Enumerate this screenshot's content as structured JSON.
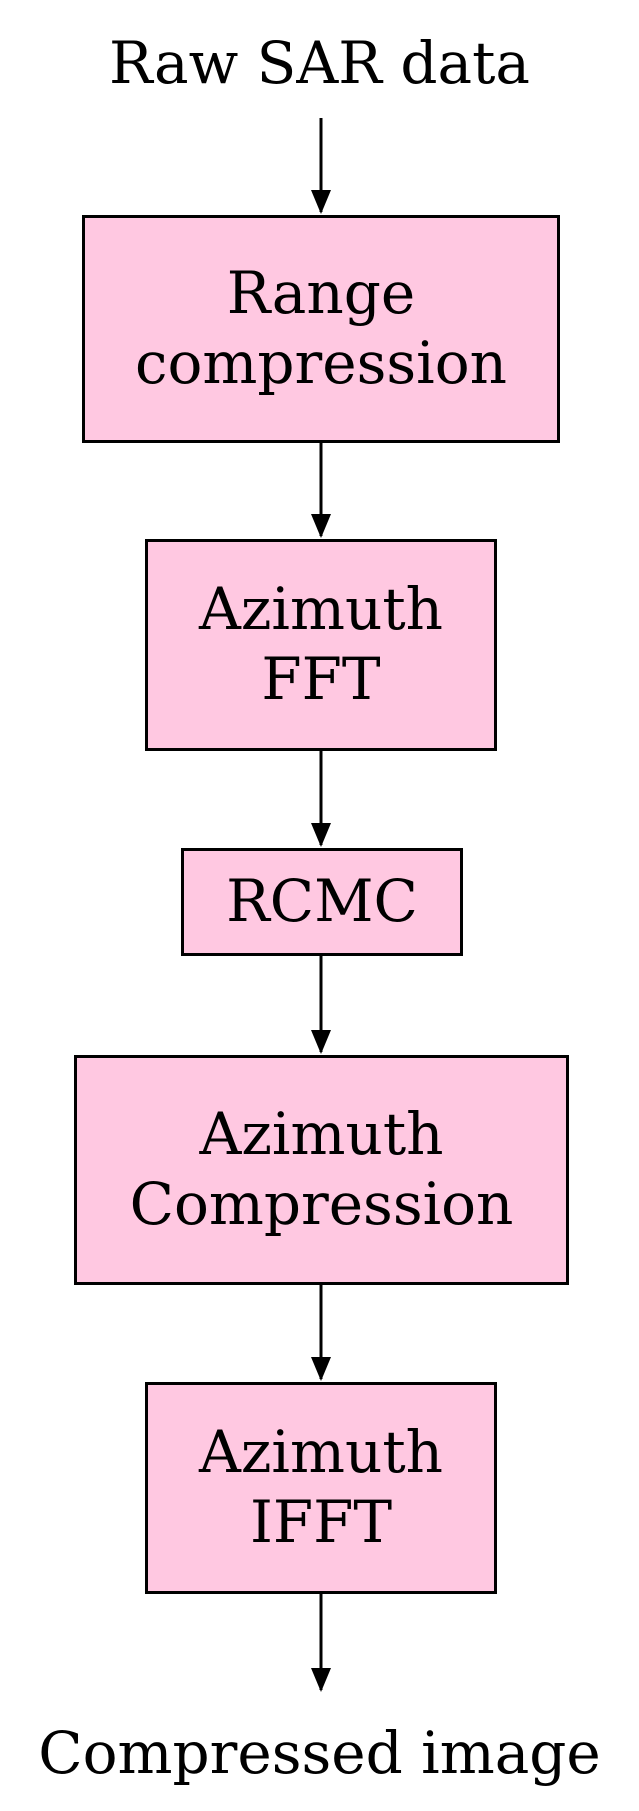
{
  "input_label": "Raw SAR data",
  "output_label": "Compressed image",
  "colors": {
    "block_fill": "#ffc8e1",
    "border": "#000000",
    "text": "#000000",
    "arrow": "#000000"
  },
  "blocks": [
    {
      "lines": [
        "Range",
        "compression"
      ]
    },
    {
      "lines": [
        "Azimuth",
        "FFT"
      ]
    },
    {
      "lines": [
        "RCMC"
      ]
    },
    {
      "lines": [
        "Azimuth",
        "Compression"
      ]
    },
    {
      "lines": [
        "Azimuth",
        "IFFT"
      ]
    }
  ]
}
